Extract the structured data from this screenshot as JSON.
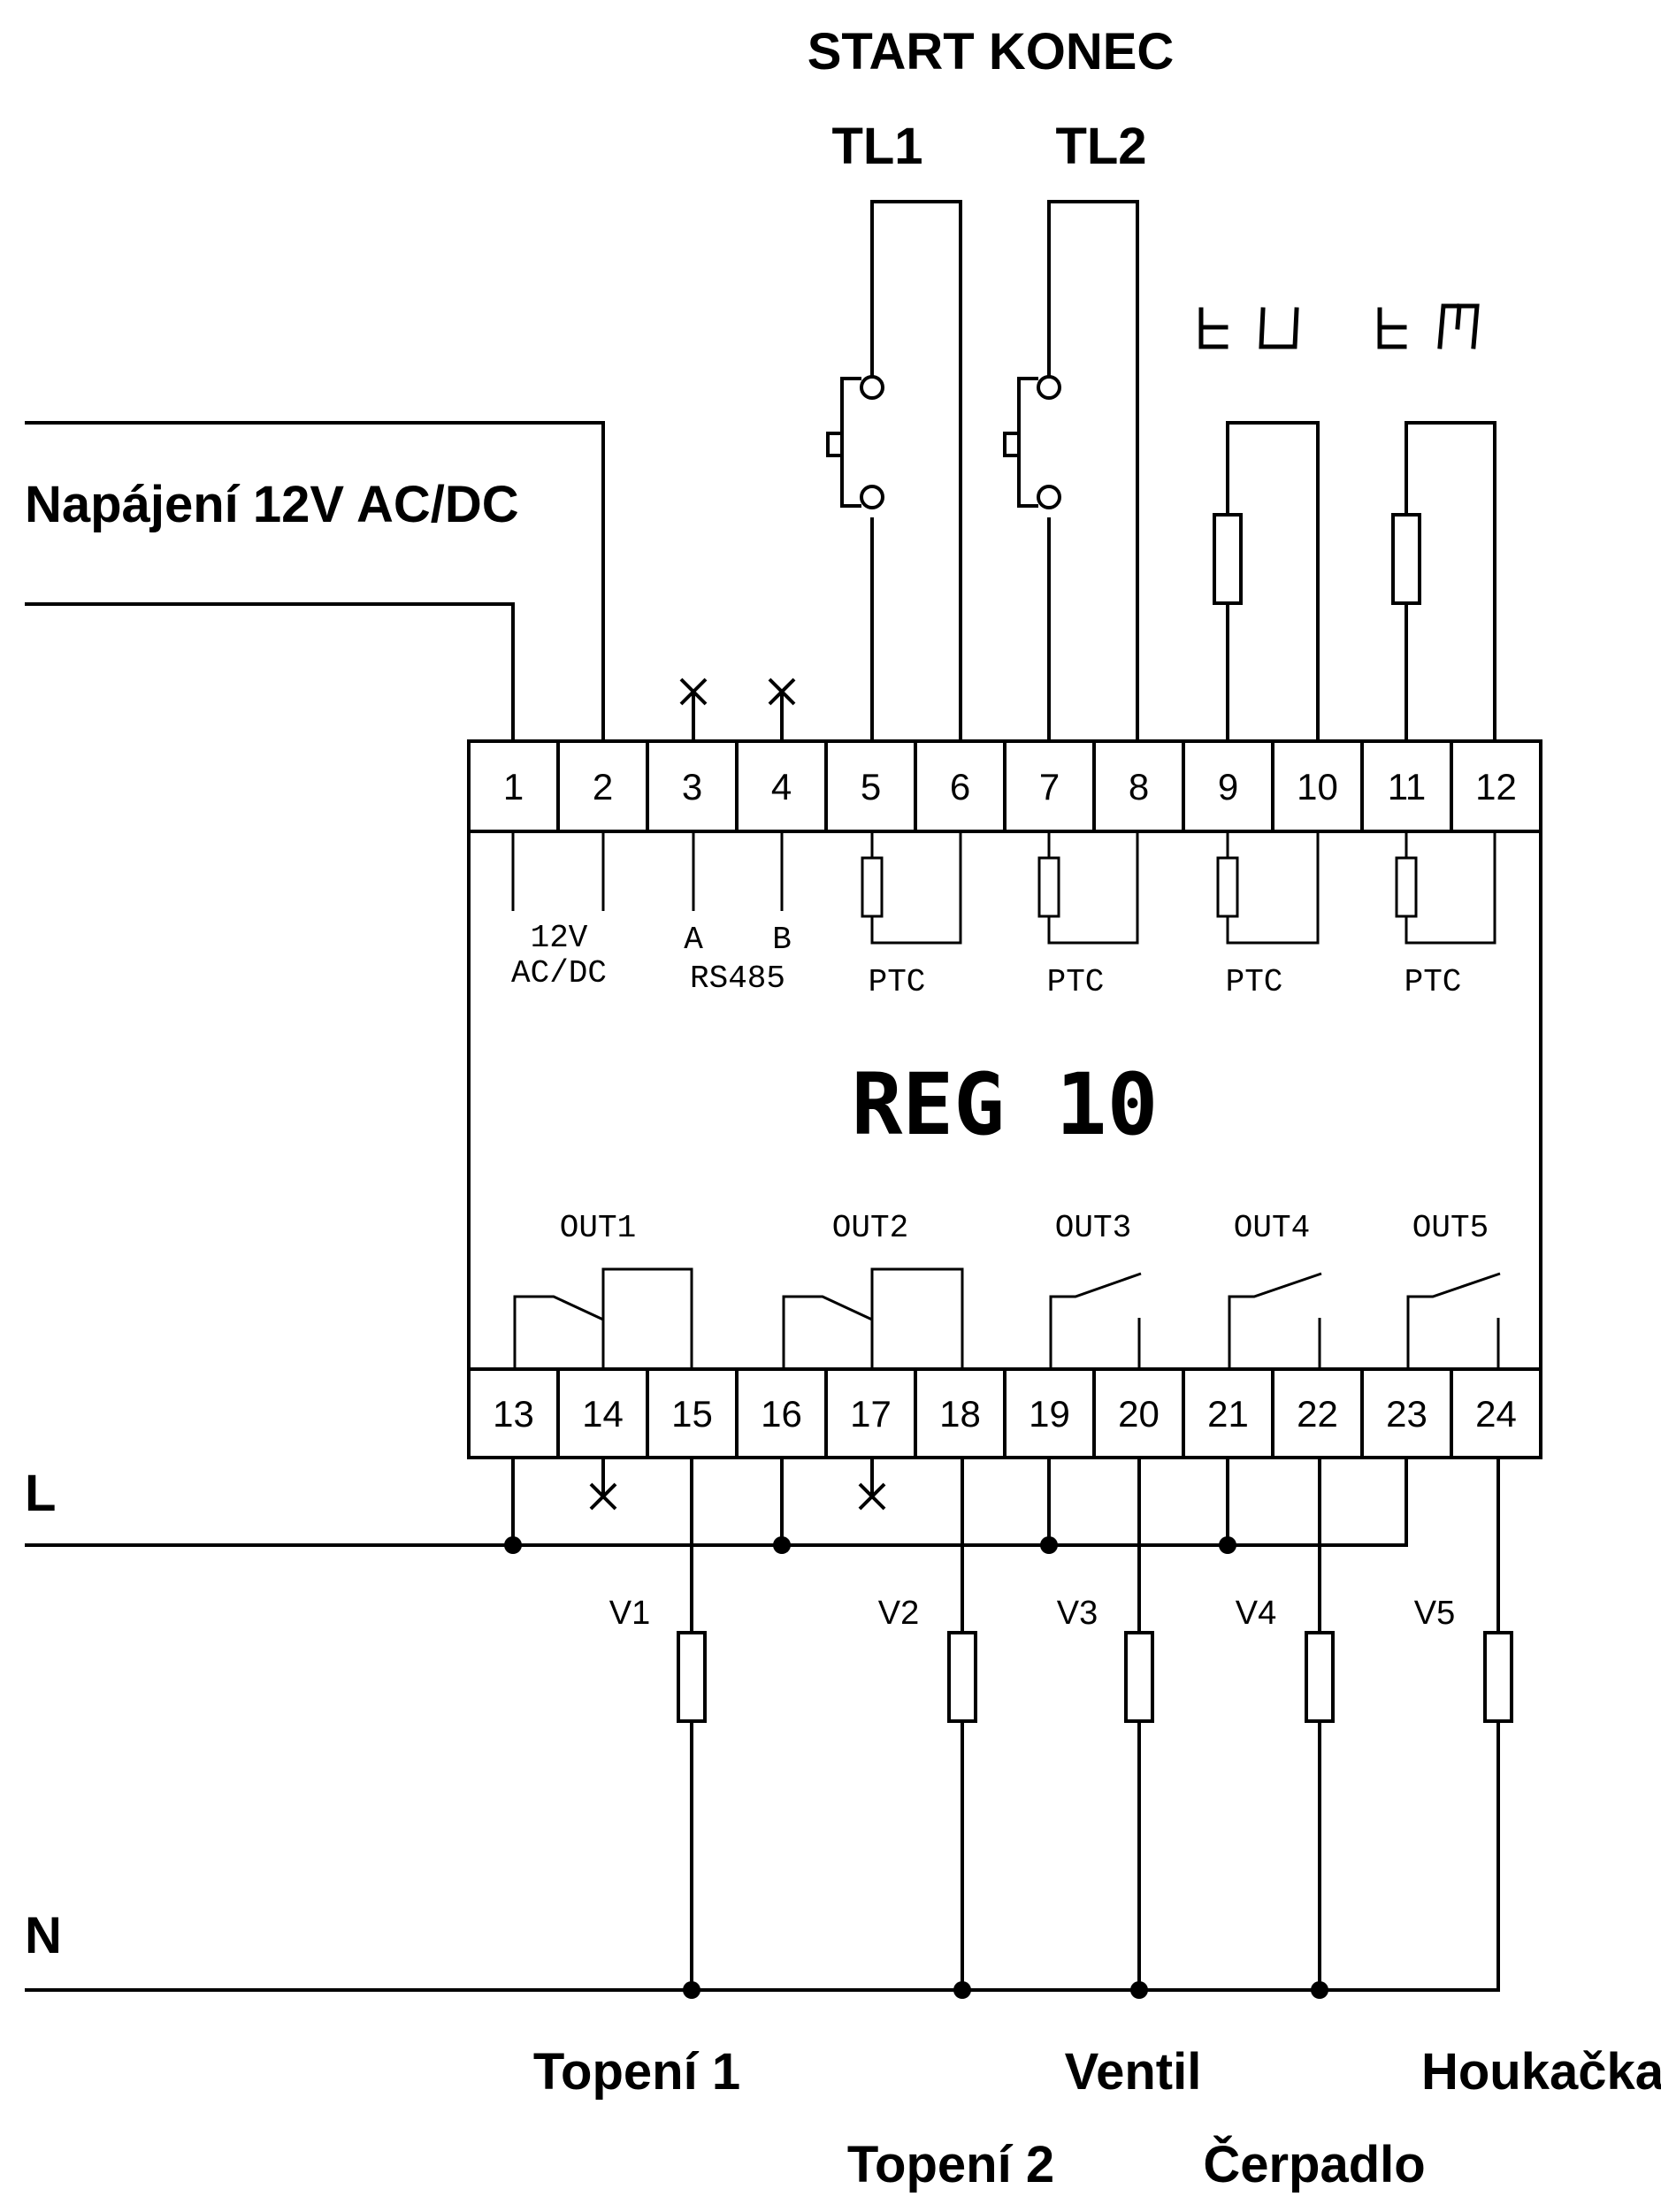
{
  "top_labels": {
    "buttons_caption": "START  KONEC",
    "tl1": "TL1",
    "tl2": "TL2",
    "display_1": "tU",
    "display_2": "tM"
  },
  "power": {
    "label": "Napájení 12V AC/DC"
  },
  "lines": {
    "live": "L",
    "neutral": "N"
  },
  "module": {
    "title": "REG 10",
    "top_terminals": [
      "1",
      "2",
      "3",
      "4",
      "5",
      "6",
      "7",
      "8",
      "9",
      "10",
      "11",
      "12"
    ],
    "bottom_terminals": [
      "13",
      "14",
      "15",
      "16",
      "17",
      "18",
      "19",
      "20",
      "21",
      "22",
      "23",
      "24"
    ],
    "inner_labels": {
      "power_1": "12V",
      "power_2": "AC/DC",
      "rs_a": "A",
      "rs_b": "B",
      "rs485": "RS485",
      "ptc_1": "PTC",
      "ptc_2": "PTC",
      "ptc_3": "PTC",
      "ptc_4": "PTC"
    },
    "outputs": [
      "OUT1",
      "OUT2",
      "OUT3",
      "OUT4",
      "OUT5"
    ]
  },
  "loads": {
    "v1": "V1",
    "v2": "V2",
    "v3": "V3",
    "v4": "V4",
    "v5": "V5"
  },
  "load_names": {
    "topeni1": "Topení 1",
    "topeni2": "Topení 2",
    "ventil": "Ventil",
    "cerpadlo": "Čerpadlo",
    "houkacka": "Houkačka"
  }
}
